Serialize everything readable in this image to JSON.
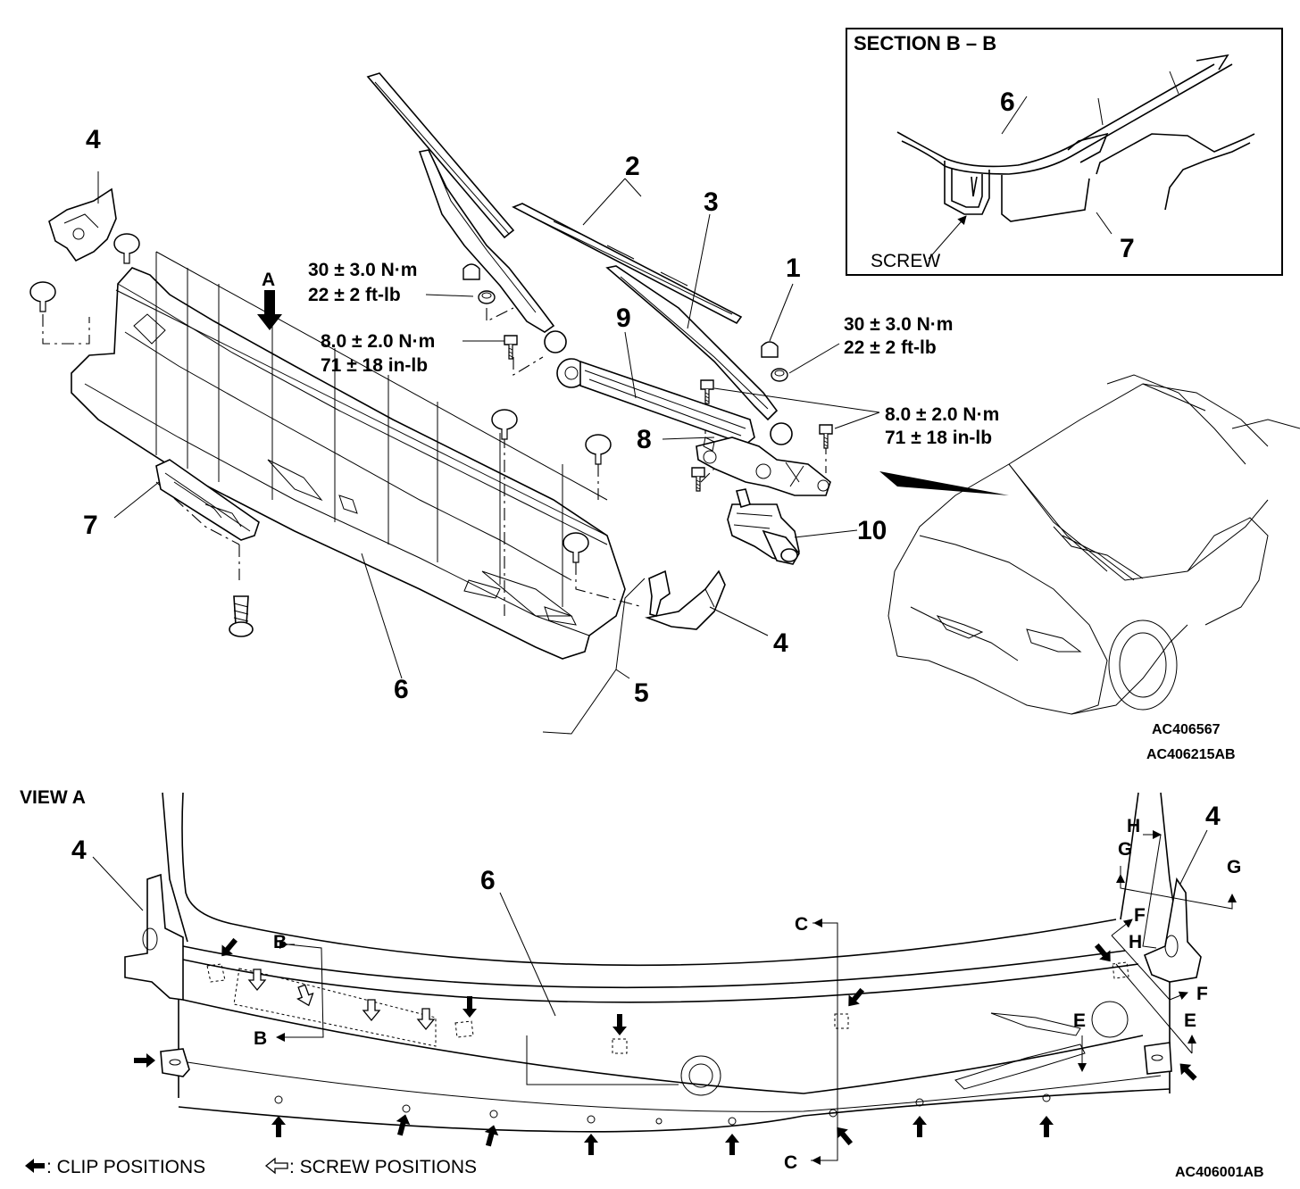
{
  "exploded_view": {
    "callouts": {
      "c1": "1",
      "c2": "2",
      "c3": "3",
      "c4a": "4",
      "c4b": "4",
      "c5": "5",
      "c6": "6",
      "c7": "7",
      "c8": "8",
      "c9": "9",
      "c10": "10"
    },
    "arrow_label": "A",
    "torque_top_left": {
      "line1": "30 ± 3.0 N·m",
      "line2": "22 ± 2 ft-lb"
    },
    "torque_mid_left": {
      "line1": "8.0 ± 2.0 N·m",
      "line2": "71 ± 18 in-lb"
    },
    "torque_top_right": {
      "line1": "30 ± 3.0 N·m",
      "line2": "22 ± 2 ft-lb"
    },
    "torque_mid_right": {
      "line1": "8.0 ± 2.0 N·m",
      "line2": "71 ± 18 in-lb"
    },
    "code_1": "AC406567",
    "code_2": "AC406215AB"
  },
  "section_bb": {
    "title": "SECTION B – B",
    "callout_6": "6",
    "callout_7": "7",
    "screw_label": "SCREW"
  },
  "view_a": {
    "title": "VIEW A",
    "callout_4_left": "4",
    "callout_4_right": "4",
    "callout_6": "6",
    "letters": {
      "b_top": "B",
      "b_bottom": "B",
      "c_top": "C",
      "c_bottom": "C",
      "e_left": "E",
      "e_right": "E",
      "f_top": "F",
      "f_right": "F",
      "g_left": "G",
      "g_right": "G",
      "h_top": "H",
      "h_mid": "H"
    },
    "legend_clip": ": CLIP POSITIONS",
    "legend_screw": ": SCREW POSITIONS",
    "code": "AC406001AB"
  }
}
